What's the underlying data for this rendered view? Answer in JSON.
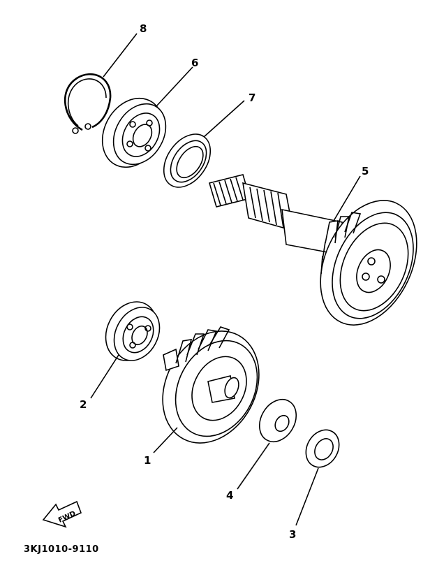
{
  "diagram": {
    "part_code": "3KJ1010-9110",
    "forward_label": "FWD",
    "callouts": [
      {
        "id": "1",
        "label": "1"
      },
      {
        "id": "2",
        "label": "2"
      },
      {
        "id": "3",
        "label": "3"
      },
      {
        "id": "4",
        "label": "4"
      },
      {
        "id": "5",
        "label": "5"
      },
      {
        "id": "6",
        "label": "6"
      },
      {
        "id": "7",
        "label": "7"
      },
      {
        "id": "8",
        "label": "8"
      }
    ]
  }
}
